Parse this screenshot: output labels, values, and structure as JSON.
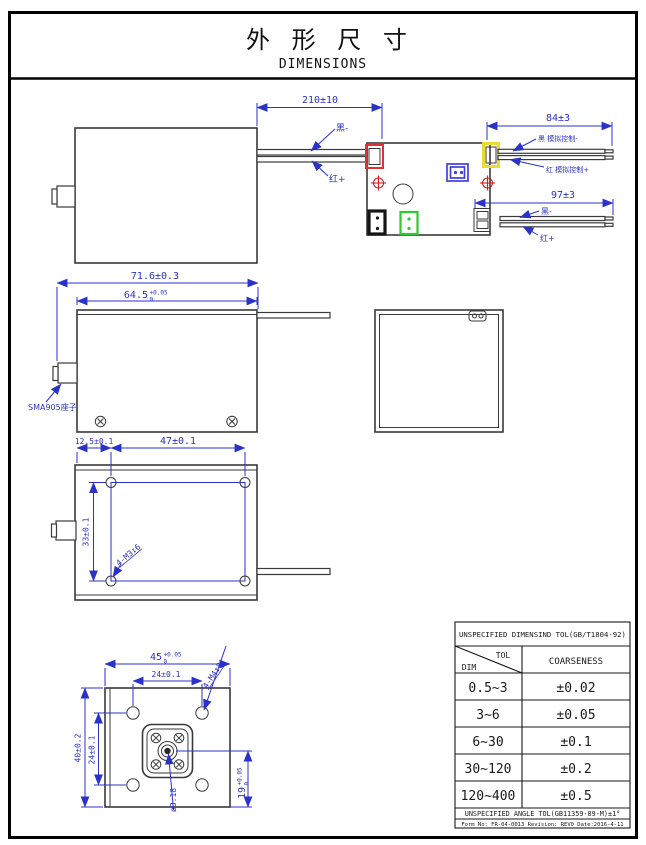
{
  "title": {
    "zh": "外 形 尺 寸",
    "en": "DIMENSIONS"
  },
  "view_cable": {
    "dim_cable_length": "210±10",
    "wire_black_label": "黑-",
    "wire_red_label": "红+"
  },
  "pcb": {
    "dim_analog_wire": "84±3",
    "analog_black_label": "黑 模拟控制-",
    "analog_red_label": "红 模拟控制+",
    "dim_power_wire": "97±3",
    "power_black_label": "黑-",
    "power_red_label": "红+"
  },
  "view_side": {
    "dim_total_width": "71.6±0.3",
    "dim_body_width": "64.5",
    "dim_body_tol_upper": "+0.05",
    "dim_body_tol_lower": "0",
    "sma_label": "SMA905座子"
  },
  "view_top": {
    "dim_hole_offset": "12.5±0.1",
    "dim_hole_span_h": "47±0.1",
    "dim_hole_span_v": "33±0.1",
    "holes_note": "4-M3↧6"
  },
  "view_front": {
    "dim_width": "45",
    "dim_width_tol_upper": "+0.05",
    "dim_width_tol_lower": "0",
    "dim_holes_h": "24±0.1",
    "dim_height": "40±0.2",
    "dim_holes_v": "24±0.1",
    "dim_connector": "19",
    "dim_connector_tol_upper": "+0.05",
    "dim_connector_tol_lower": "0",
    "holes_note": "4-M4↧8",
    "center_hole": "ø3.18"
  },
  "tol_table": {
    "title": "UNSPECIFIED DIMENSIND TOL(GB/T1804-92)",
    "col_tol": "TOL",
    "col_dim": "DIM",
    "col_coarseness": "COARSENESS",
    "rows": [
      {
        "range": "0.5~3",
        "tol": "±0.02"
      },
      {
        "range": "3~6",
        "tol": "±0.05"
      },
      {
        "range": "6~30",
        "tol": "±0.1"
      },
      {
        "range": "30~120",
        "tol": "±0.2"
      },
      {
        "range": "120~400",
        "tol": "±0.5"
      }
    ],
    "angle_note": "UNSPECIFIED ANGLE TOL(GB11359-89-M)±1°",
    "form_note": "Form No: FR-04-0013 Revision: REV0  Date:2016-4-11"
  },
  "colors": {
    "dimension_blue": "#2b32c8",
    "outline_gray": "#3a3a3a",
    "connector_red": "#e03030",
    "connector_yellow": "#e8dc30",
    "connector_green": "#30c830",
    "connector_blue": "#4040d8"
  }
}
